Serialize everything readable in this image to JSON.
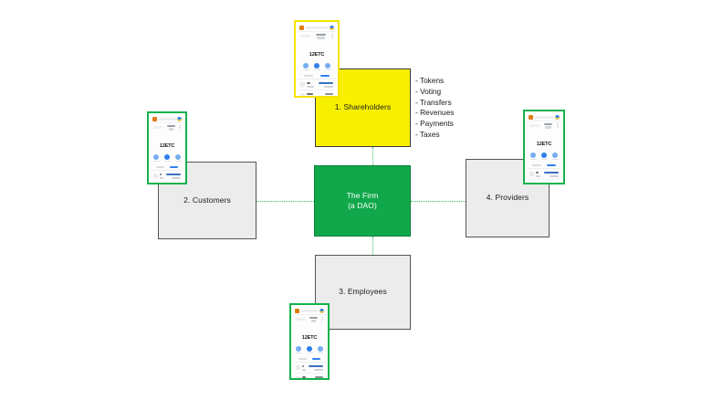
{
  "diagram": {
    "title_hidden": "",
    "background": "#ffffff",
    "colors": {
      "shareholders_fill": "#f7f000",
      "firm_fill": "#10a84a",
      "stakeholder_fill": "#ececec",
      "connector": "#3cba63",
      "phone_border_yellow": "#f7e200",
      "phone_border_green": "#12b24c"
    },
    "nodes": [
      {
        "id": "shareholders",
        "label": "1. Shareholders",
        "style": "yellow"
      },
      {
        "id": "customers",
        "label": "2. Customers",
        "style": "grey"
      },
      {
        "id": "employees",
        "label": "3. Employees",
        "style": "grey"
      },
      {
        "id": "providers",
        "label": "4. Providers",
        "style": "grey"
      },
      {
        "id": "firm",
        "label_line1": "The Firm",
        "label_line2": "(a DAO)",
        "style": "green"
      }
    ],
    "annotations": {
      "shareholders_list": [
        "- Tokens",
        "- Voting",
        "- Transfers",
        "- Revenues",
        "- Payments",
        "- Taxes"
      ]
    },
    "connections": [
      {
        "from": "shareholders",
        "to": "firm",
        "style": "dotted"
      },
      {
        "from": "customers",
        "to": "firm",
        "style": "dotted"
      },
      {
        "from": "providers",
        "to": "firm",
        "style": "dotted"
      },
      {
        "from": "employees",
        "to": "firm",
        "style": "dotted"
      }
    ]
  },
  "phone_mockup": {
    "balance": "12ETC",
    "screens": [
      {
        "id": "phone-shareholders",
        "border": "yellow"
      },
      {
        "id": "phone-customers",
        "border": "green"
      },
      {
        "id": "phone-providers",
        "border": "green"
      },
      {
        "id": "phone-employees",
        "border": "green"
      }
    ]
  }
}
